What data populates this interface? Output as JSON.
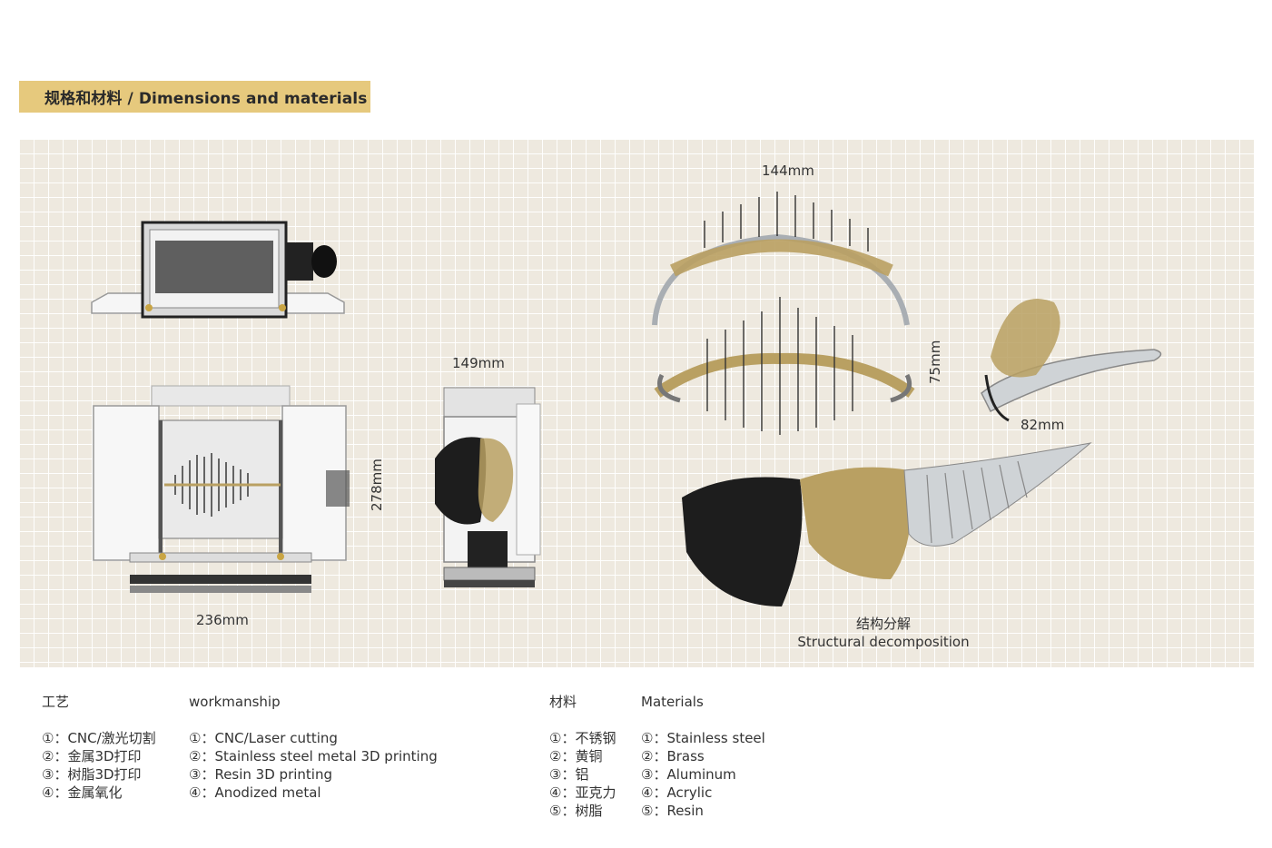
{
  "header": {
    "title": "规格和材料 / Dimensions and materials"
  },
  "dimensions": {
    "length_top": "144mm",
    "height_right": "75mm",
    "depth_right": "82mm",
    "width_side": "149mm",
    "height_front": "278mm",
    "width_front": "236mm"
  },
  "decomposition": {
    "title_cn": "结构分解",
    "title_en": "Structural decomposition"
  },
  "workmanship": {
    "heading_cn": "工艺",
    "heading_en": "workmanship",
    "items_cn": [
      "①：CNC/激光切割",
      "②：金属3D打印",
      "③：树脂3D打印",
      "④：金属氧化"
    ],
    "items_en": [
      "①：CNC/Laser cutting",
      "②：Stainless steel metal 3D printing",
      "③：Resin 3D printing",
      "④：Anodized metal"
    ]
  },
  "materials": {
    "heading_cn": "材料",
    "heading_en": "Materials",
    "items_cn": [
      "①：不锈钢",
      "②：黄铜",
      "③：铝",
      "④：亚克力",
      "⑤：树脂"
    ],
    "items_en": [
      "①：Stainless steel",
      "②：Brass",
      "③：Aluminum",
      "④：Acrylic",
      "⑤：Resin"
    ]
  },
  "colors": {
    "accent_gold": "#e6c97d",
    "panel_bg": "#eee9df",
    "brass": "#b9a062",
    "steel": "#a9aeb3",
    "resin": "#1d1d1d"
  }
}
